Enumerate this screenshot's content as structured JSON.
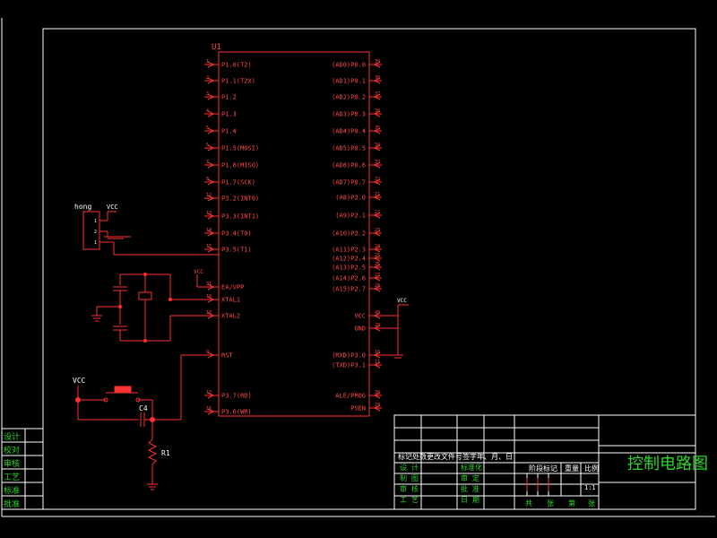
{
  "colors": {
    "background": "#000000",
    "border": "#ffffff",
    "wire": "#ff2020",
    "title_text": "#2bd62b",
    "component": "#ff4040"
  },
  "mcu": {
    "ref": "U1",
    "left_pins": [
      {
        "num": "1",
        "name": "P1.0(T2)"
      },
      {
        "num": "2",
        "name": "P1.1(T2X)"
      },
      {
        "num": "3",
        "name": "P1.2"
      },
      {
        "num": "4",
        "name": "P1.3"
      },
      {
        "num": "5",
        "name": "P1.4"
      },
      {
        "num": "6",
        "name": "P1.5(MOSI)"
      },
      {
        "num": "7",
        "name": "P1.6(MISO)"
      },
      {
        "num": "8",
        "name": "P1.7(SCK)"
      },
      {
        "num": "12",
        "name": "P3.2(INT0)"
      },
      {
        "num": "13",
        "name": "P3.3(INT1)"
      },
      {
        "num": "14",
        "name": "P3.4(T0)"
      },
      {
        "num": "15",
        "name": "P3.5(T1)"
      },
      {
        "num": "31",
        "name": "EA/VPP"
      },
      {
        "num": "19",
        "name": "XTAL1"
      },
      {
        "num": "18",
        "name": "XTAL2"
      },
      {
        "num": "9",
        "name": "RST"
      },
      {
        "num": "17",
        "name": "P3.7(RD)"
      },
      {
        "num": "16",
        "name": "P3.6(WR)"
      }
    ],
    "right_pins": [
      {
        "num": "39",
        "name": "(AD0)P0.0"
      },
      {
        "num": "38",
        "name": "(AD1)P0.1"
      },
      {
        "num": "37",
        "name": "(AD2)P0.2"
      },
      {
        "num": "36",
        "name": "(AD3)P0.3"
      },
      {
        "num": "35",
        "name": "(AD4)P0.4"
      },
      {
        "num": "34",
        "name": "(AD5)P0.5"
      },
      {
        "num": "33",
        "name": "(AD6)P0.6"
      },
      {
        "num": "32",
        "name": "(AD7)P0.7"
      },
      {
        "num": "21",
        "name": "(A8)P2.0"
      },
      {
        "num": "22",
        "name": "(A9)P2.1"
      },
      {
        "num": "23",
        "name": "(A10)P2.2"
      },
      {
        "num": "24",
        "name": "(A11)P2.3"
      },
      {
        "num": "25",
        "name": "(A12)P2.4"
      },
      {
        "num": "26",
        "name": "(A13)P2.5"
      },
      {
        "num": "27",
        "name": "(A14)P2.6"
      },
      {
        "num": "28",
        "name": "(A15)P2.7"
      },
      {
        "num": "40",
        "name": "VCC"
      },
      {
        "num": "20",
        "name": "GND"
      },
      {
        "num": "10",
        "name": "(RXD)P3.0"
      },
      {
        "num": "11",
        "name": "(TXD)P3.1"
      },
      {
        "num": "30",
        "name": "ALE/PROG"
      },
      {
        "num": "29",
        "name": "PSEN"
      }
    ]
  },
  "labels": {
    "connector": "hong",
    "vcc": "VCC",
    "c4": "C4",
    "r1": "R1"
  },
  "side_strip": [
    "设计",
    "校对",
    "审核",
    "工艺",
    "标准",
    "批准"
  ],
  "title_block": {
    "rev_header": "标记处数更改文件号签字年、月、日",
    "role_col": [
      "设 计",
      "制 图",
      "审 核",
      "工 艺"
    ],
    "role_col2": [
      "标准化",
      "审 定",
      "批 准",
      "日 期"
    ],
    "stage_header": "阶段标记",
    "weight_header": "重量",
    "scale_header": "比例",
    "scale_value": "1:1",
    "sheet_footer": [
      "共",
      "张",
      "第",
      "张"
    ],
    "drawing_title": "控制电路图"
  }
}
